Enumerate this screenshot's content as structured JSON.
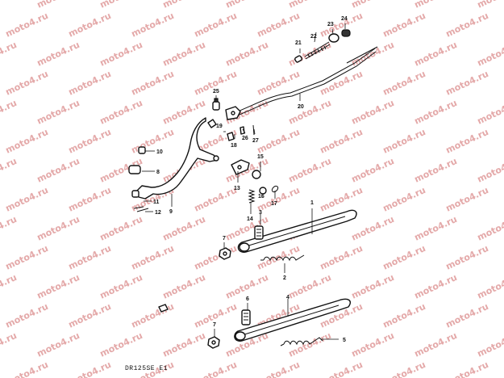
{
  "watermark": {
    "text": "moto4.ru"
  },
  "diagram_code": "DR125SE E1",
  "callouts": {
    "c1": "1",
    "c2": "2",
    "c3": "3",
    "c4": "4",
    "c5": "5",
    "c6": "6",
    "c7a": "7",
    "c7b": "7",
    "c8": "8",
    "c9": "9",
    "c10": "10",
    "c11": "11",
    "c12": "12",
    "c13": "13",
    "c14": "14",
    "c15": "15",
    "c16": "16",
    "c17": "17",
    "c18": "18",
    "c19": "19",
    "c20": "20",
    "c21": "21",
    "c22": "22",
    "c23": "23",
    "c24": "24",
    "c25": "25",
    "c26": "26",
    "c27": "27"
  },
  "colors": {
    "ink": "#111111",
    "watermark": "#e4a9a9",
    "background": "#ffffff"
  }
}
